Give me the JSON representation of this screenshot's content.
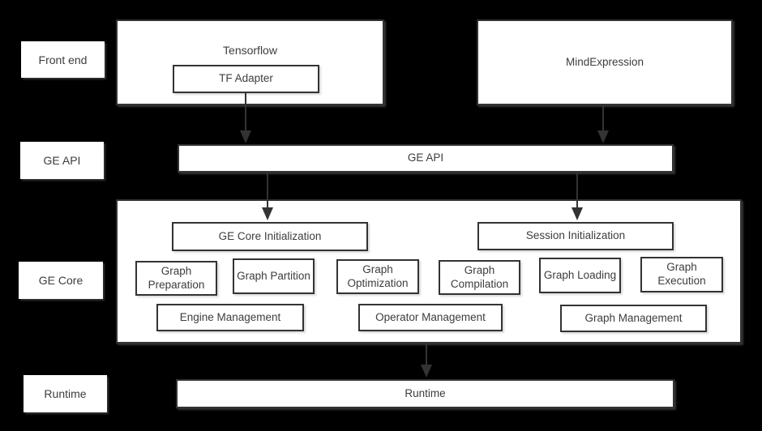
{
  "colors": {
    "background": "#000000",
    "box_fill": "#ffffff",
    "box_border": "#333333",
    "text": "#3d3d3d",
    "arrow": "#333333"
  },
  "row_labels": {
    "front_end": "Front end",
    "ge_api": "GE API",
    "ge_core": "GE Core",
    "runtime": "Runtime"
  },
  "front_end": {
    "tensorflow_label": "Tensorflow",
    "tf_adapter_label": "TF Adapter",
    "mind_expression_label": "MindExpression"
  },
  "ge_api": {
    "label": "GE API"
  },
  "ge_core": {
    "ge_core_initialization": "GE Core Initialization",
    "session_initialization": "Session Initialization",
    "modules": [
      "Graph Preparation",
      "Graph Partition",
      "Graph Optimization",
      "Graph Compilation",
      "Graph Loading",
      "Graph Execution"
    ],
    "management": [
      "Engine Management",
      "Operator Management",
      "Graph Management"
    ]
  },
  "runtime": {
    "label": "Runtime"
  }
}
